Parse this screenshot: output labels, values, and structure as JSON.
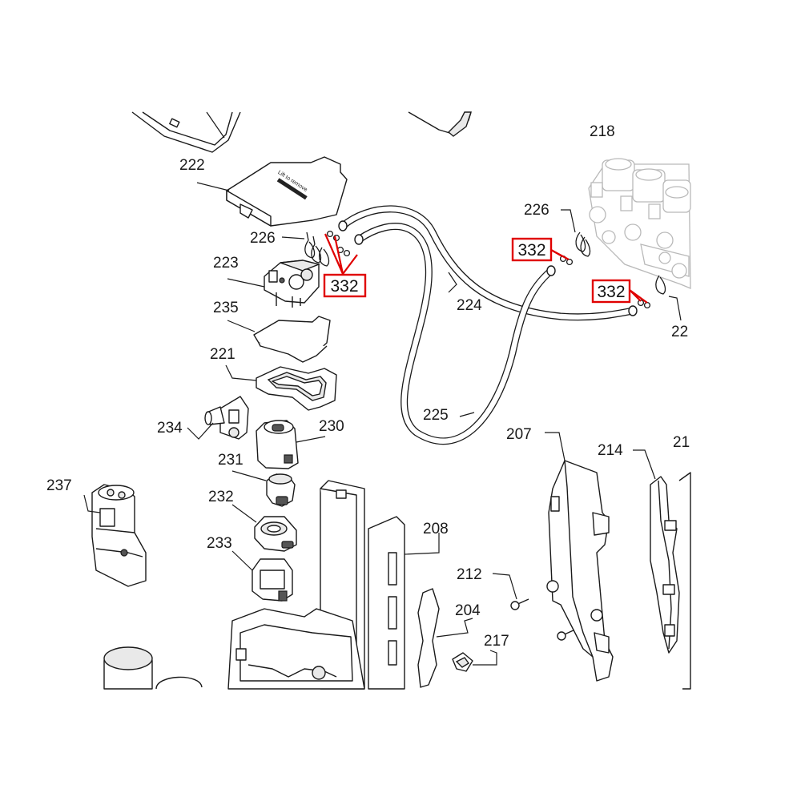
{
  "diagram": {
    "callouts": {
      "p218": "218",
      "p222": "222",
      "p226a": "226",
      "p226b": "226",
      "p223": "223",
      "p235": "235",
      "p221": "221",
      "p224": "224",
      "p225": "225",
      "p234": "234",
      "p230": "230",
      "p231": "231",
      "p232": "232",
      "p233": "233",
      "p237": "237",
      "p207": "207",
      "p214": "214",
      "p21x": "21",
      "p22x": "22",
      "p208": "208",
      "p212": "212",
      "p204": "204",
      "p217": "217"
    },
    "highlighted": [
      "332",
      "332",
      "332"
    ],
    "label_strip": "Lift to remove",
    "highlight_color": "#e00000"
  }
}
